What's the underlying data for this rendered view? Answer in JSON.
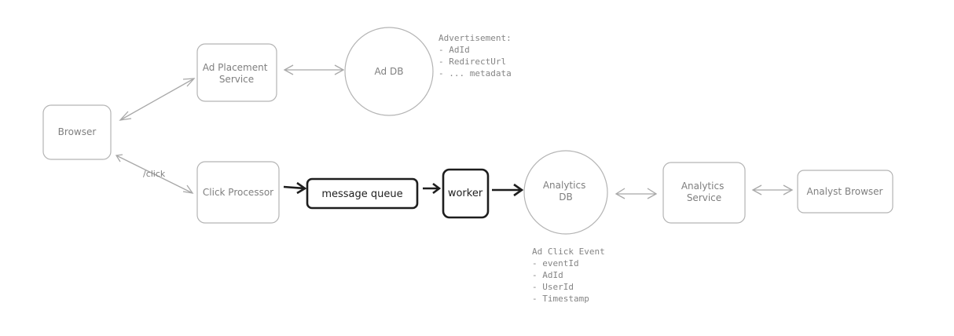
{
  "nodes": {
    "ad_placement_service": [
      "Ad Placement",
      "Service"
    ],
    "ad_db": "Ad DB",
    "browser": "Browser",
    "click_processor": "Click Processor",
    "message_queue": "message queue",
    "worker": "worker",
    "analytics_db": [
      "Analytics",
      "DB"
    ],
    "analytics_service": [
      "Analytics",
      "Service"
    ],
    "analyst_browser": "Analyst Browser"
  },
  "edges": {
    "click_label": "/click"
  },
  "notes": {
    "advertisement": [
      "Advertisement:",
      "- AdId",
      "- RedirectUrl",
      "- ... metadata"
    ],
    "ad_click_event": [
      "Ad Click Event",
      "- eventId",
      "- AdId",
      "- UserId",
      "- Timestamp"
    ]
  },
  "colors": {
    "light_stroke": "#b4b4b4",
    "dark_stroke": "#1e1e1e",
    "text_gray": "#7f7f7f"
  }
}
